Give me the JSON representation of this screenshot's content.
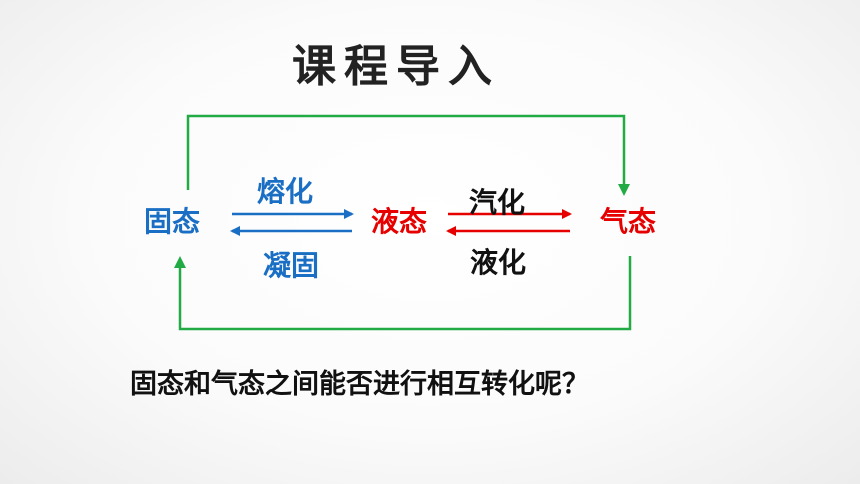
{
  "slide": {
    "title": "课程导入",
    "question": "固态和气态之间能否进行相互转化呢？"
  },
  "states": {
    "solid": "固态",
    "liquid": "液态",
    "gas": "气态"
  },
  "processes": {
    "melting": "熔化",
    "solidification": "凝固",
    "vaporization": "汽化",
    "liquefaction": "液化"
  },
  "colors": {
    "solid": "#1a6fc4",
    "liquid": "#e60000",
    "gas": "#e60000",
    "melting_arrows": "#1a6fc4",
    "vapor_arrows": "#e60000",
    "vapor_labels": "#111111",
    "loop": "#22aa44"
  }
}
